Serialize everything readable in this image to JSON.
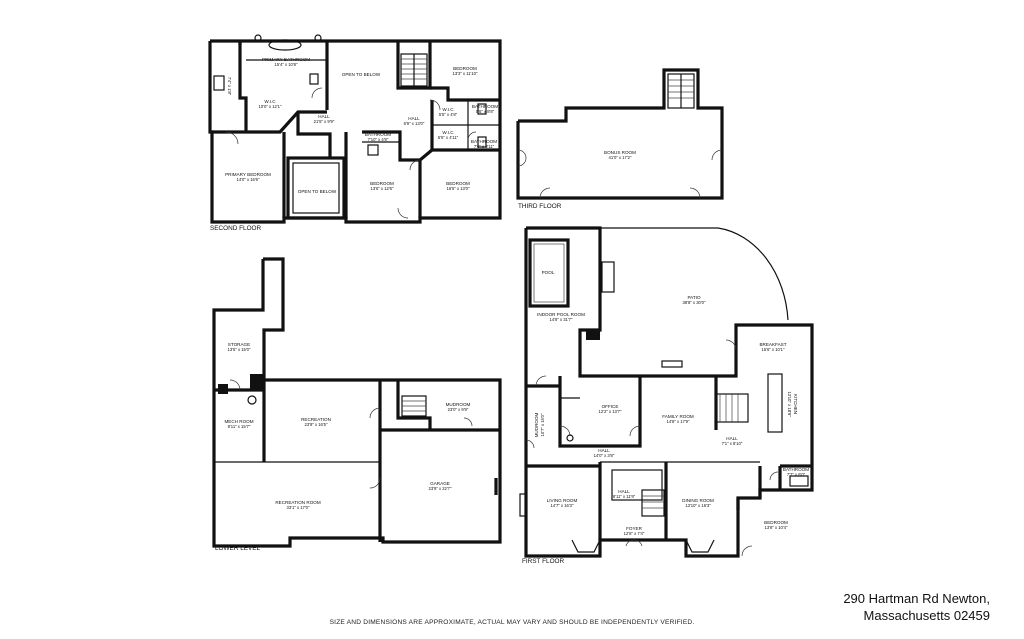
{
  "floors": {
    "second": "SECOND FLOOR",
    "third": "THIRD FLOOR",
    "lower": "LOWER LEVEL",
    "first": "FIRST FLOOR"
  },
  "rooms": {
    "primary_bathroom": {
      "name": "PRIMARY BATHROOM",
      "dim": "15'4\" x 10'8\""
    },
    "open_to_below_1": {
      "name": "OPEN TO BELOW",
      "dim": ""
    },
    "bedroom_2a": {
      "name": "BEDROOM",
      "dim": "13'3\" x 11'10\""
    },
    "wic_2a": {
      "name": "W.I.C",
      "dim": "10'0\" x 12'1\""
    },
    "hall_2a": {
      "name": "HALL",
      "dim": "21'5\" x 9'9\""
    },
    "hall_2b": {
      "name": "HALL",
      "dim": "6'9\" x 13'0\""
    },
    "wic_2b": {
      "name": "W.I.C",
      "dim": "5'5\" x 4'8\""
    },
    "wic_2c": {
      "name": "W.I.C",
      "dim": "5'5\" x 4'11\""
    },
    "bathroom_2a": {
      "name": "BATHROOM",
      "dim": "5'6\" x 8'8\""
    },
    "bathroom_2b": {
      "name": "BATHROOM",
      "dim": "7'10\" x 4'8\""
    },
    "bathroom_2c": {
      "name": "BATHROOM",
      "dim": "7'6\" x 8'11\""
    },
    "closet_2": {
      "name": "W.I.C",
      "dim": "7'4\" x 1'8\""
    },
    "primary_bedroom": {
      "name": "PRIMARY BEDROOM",
      "dim": "14'0\" x 16'6\""
    },
    "open_to_below_2": {
      "name": "OPEN TO BELOW",
      "dim": ""
    },
    "bedroom_2b": {
      "name": "BEDROOM",
      "dim": "13'6\" x 12'6\""
    },
    "bedroom_2c": {
      "name": "BEDROOM",
      "dim": "16'5\" x 13'0\""
    },
    "bonus_room": {
      "name": "BONUS ROOM",
      "dim": "41'0\" x 17'2\""
    },
    "storage": {
      "name": "STORAGE",
      "dim": "13'5\" x 15'0\""
    },
    "mech_room": {
      "name": "MECH ROOM",
      "dim": "8'11\" x 15'7\""
    },
    "recreation_1": {
      "name": "RECREATION",
      "dim": "23'9\" x 16'5\""
    },
    "mudroom": {
      "name": "MUDROOM",
      "dim": "23'0\" x 9'9\""
    },
    "recreation_room": {
      "name": "RECREATION ROOM",
      "dim": "33'1\" x 17'0\""
    },
    "garage": {
      "name": "GARAGE",
      "dim": "23'9\" x 22'7\""
    },
    "pool": {
      "name": "POOL",
      "dim": ""
    },
    "indoor_pool_room": {
      "name": "INDOOR POOL ROOM",
      "dim": "14'8\" x 31'7\""
    },
    "patio": {
      "name": "PATIO",
      "dim": "38'8\" x 30'0\""
    },
    "breakfast": {
      "name": "BREAKFAST",
      "dim": "15'6\" x 10'1\""
    },
    "kitchen": {
      "name": "KITCHEN",
      "dim": "13'10\" x 18'9\""
    },
    "office": {
      "name": "OFFICE",
      "dim": "12'2\" x 13'7\""
    },
    "family_room": {
      "name": "FAMILY ROOM",
      "dim": "14'8\" x 17'9\""
    },
    "hall_1a": {
      "name": "HALL",
      "dim": "7'1\" x 8'10\""
    },
    "hall_1b": {
      "name": "HALL",
      "dim": "14'0\" x 3'8\""
    },
    "bathroom_1": {
      "name": "BATHROOM",
      "dim": "7'7\" x 6'0\""
    },
    "hall_1c": {
      "name": "HALL",
      "dim": "8'11\" x 11'9\""
    },
    "living_room": {
      "name": "LIVING ROOM",
      "dim": "14'7\" x 16'3\""
    },
    "dining_room": {
      "name": "DINING ROOM",
      "dim": "13'10\" x 16'3\""
    },
    "foyer": {
      "name": "FOYER",
      "dim": "12'8\" x 7'4\""
    },
    "bedroom_1": {
      "name": "BEDROOM",
      "dim": "13'8\" x 10'4\""
    },
    "mudroom_1": {
      "name": "MUDROOM",
      "dim": "10'7\" x 15'0\""
    }
  },
  "address": {
    "line1": "290 Hartman Rd Newton,",
    "line2": "Massachusetts 02459"
  },
  "disclaimer": "SIZE AND DIMENSIONS ARE APPROXIMATE, ACTUAL MAY VARY AND SHOULD BE INDEPENDENTLY VERIFIED."
}
